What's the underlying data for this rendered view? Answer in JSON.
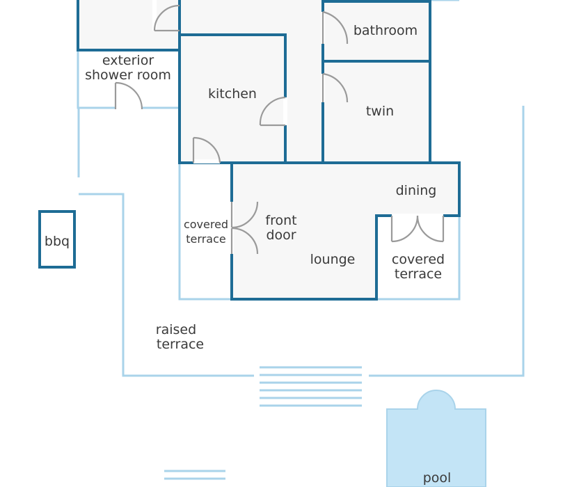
{
  "colors": {
    "wall": "#1e6c95",
    "exterior_line": "#a9d3ea",
    "room_fill": "#f7f7f7",
    "pool_fill": "#c3e4f6",
    "door": "#9a9a9a",
    "text": "#3a3a3a"
  },
  "labels": {
    "bathroom": "bathroom",
    "exterior_shower_line1": "exterior",
    "exterior_shower_line2": "shower room",
    "kitchen": "kitchen",
    "twin": "twin",
    "dining": "dining",
    "front_door_line1": "front",
    "front_door_line2": "door",
    "covered_terrace_left_line1": "covered",
    "covered_terrace_left_line2": "terrace",
    "lounge": "lounge",
    "covered_terrace_right_line1": "covered",
    "covered_terrace_right_line2": "terrace",
    "bbq": "bbq",
    "raised_terrace_line1": "raised",
    "raised_terrace_line2": "terrace",
    "pool": "pool"
  }
}
